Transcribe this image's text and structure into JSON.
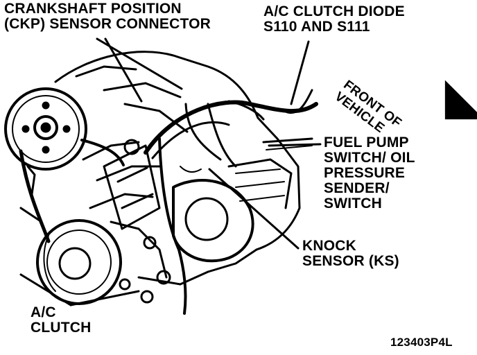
{
  "labels": {
    "ckp": {
      "line1": "CRANKSHAFT POSITION",
      "line2": "(CKP) SENSOR CONNECTOR"
    },
    "diode": {
      "line1": "A/C CLUTCH DIODE",
      "line2": "S110 AND S111"
    },
    "front": {
      "line1": "FRONT OF",
      "line2": "VEHICLE"
    },
    "fuel": {
      "line1": "FUEL PUMP",
      "line2": "SWITCH/ OIL",
      "line3": "PRESSURE",
      "line4": "SENDER/",
      "line5": "SWITCH"
    },
    "knock": {
      "line1": "KNOCK",
      "line2": "SENSOR (KS)"
    },
    "ac": {
      "line1": "A/C",
      "line2": "CLUTCH"
    }
  },
  "figure_id": "123403P4L",
  "colors": {
    "ink": "#000000",
    "paper": "#ffffff"
  }
}
